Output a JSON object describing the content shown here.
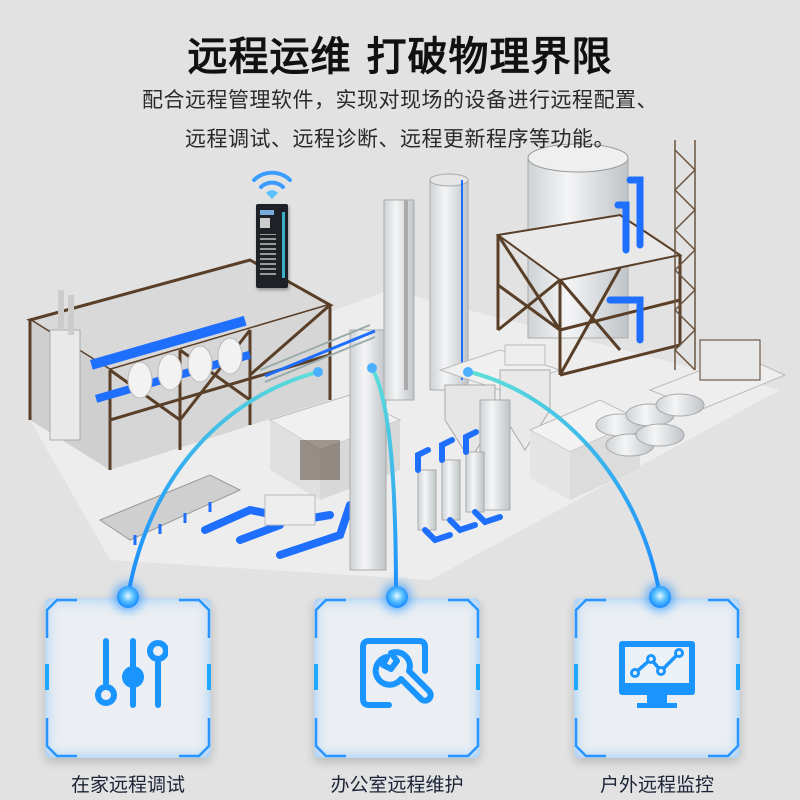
{
  "header": {
    "title": "远程运维 打破物理界限",
    "subtitle_line1": "配合远程管理软件，实现对现场的设备进行远程配置、",
    "subtitle_line2": "远程调试、远程诊断、远程更新程序等功能。"
  },
  "scene": {
    "description": "Industrial plant illustration with remote gateway device",
    "device_icon": "wifi-icon",
    "accent_color": "#1a8cff",
    "arc_color": "#3cc8e8"
  },
  "features": [
    {
      "label": "在家远程调试",
      "icon": "sliders-icon"
    },
    {
      "label": "办公室远程维护",
      "icon": "wrench-icon"
    },
    {
      "label": "户外远程监控",
      "icon": "monitor-chart-icon"
    }
  ]
}
